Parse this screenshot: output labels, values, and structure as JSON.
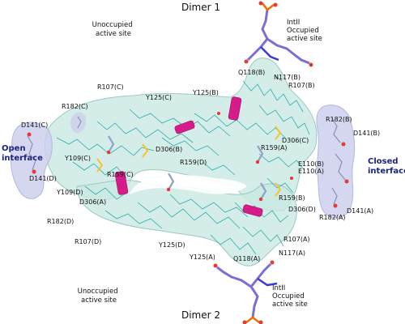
{
  "headers": {
    "top": "Dimer 1",
    "bottom": "Dimer 2"
  },
  "sites": {
    "unoccupied_top": [
      "Unoccupied",
      "active site"
    ],
    "unoccupied_bottom": [
      "Unoccupied",
      "active site"
    ],
    "occupied_top": [
      "IntII",
      "Occupied",
      "active site"
    ],
    "occupied_bottom": [
      "IntII",
      "Occupied",
      "active site"
    ]
  },
  "interfaces": {
    "open": [
      "Open",
      "interface"
    ],
    "closed": [
      "Closed",
      "interface"
    ]
  },
  "residues": {
    "q118b": "Q118(B)",
    "n117b": "N117(B)",
    "r107b": "R107(B)",
    "r107c": "R107(C)",
    "y125c": "Y125(C)",
    "y125b": "Y125(B)",
    "r182c": "R182(C)",
    "d141c": "D141(C)",
    "y109c": "Y109(C)",
    "d141d": "D141(D)",
    "r159c": "R159(C)",
    "y109d": "Y109(D)",
    "d306a": "D306(A)",
    "d306b": "D306(B)",
    "r159d": "R159(D)",
    "r182d": "R182(D)",
    "r107d": "R107(D)",
    "y125d": "Y125(D)",
    "y125a": "Y125(A)",
    "r159a": "R159(A)",
    "d306c": "D306(C)",
    "r182b": "R182(B)",
    "d141b": "D141(B)",
    "e110b": "E110(B)",
    "e110a": "E110(A)",
    "r159b": "R159(B)",
    "d306d": "D306(D)",
    "r182a": "R182(A)",
    "d141a": "D141(A)",
    "r107a": "R107(A)",
    "q118a": "Q118(A)",
    "n117a": "N117(A)"
  },
  "colors": {
    "surface": "#c9e8e2",
    "surface_edge": "#9cc9c2",
    "interface_blob": "#cdd0ec",
    "wire": "#1aa6a6",
    "ligand_core": "#7b6fd1",
    "ligand_ring": "#3b3bd6",
    "oxygen": "#e53935",
    "phosphate": "#ef6c00",
    "tyrosine": "#d81b8a",
    "aspartate": "#fbc02d",
    "interface_text": "#1a237e"
  }
}
